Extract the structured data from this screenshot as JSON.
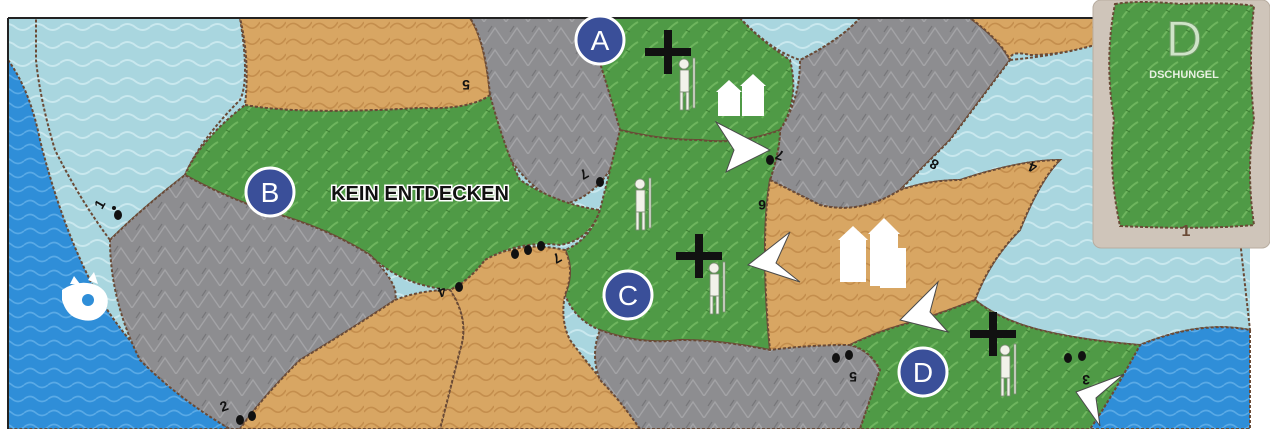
{
  "board": {
    "colors": {
      "ocean": "#2f8ed8",
      "shallow": "#a9d6df",
      "desert": "#d8a663",
      "mountain": "#8d8d90",
      "jungle": "#4f9a46",
      "jungle_light": "#6eb55e",
      "border": "#6a4a36",
      "marker_fill": "#3a4f99",
      "marker_stroke": "#ffffff",
      "card_bg": "#cfc5ba"
    },
    "markers": [
      {
        "id": "A",
        "letter": "A"
      },
      {
        "id": "B",
        "letter": "B"
      },
      {
        "id": "C",
        "letter": "C"
      },
      {
        "id": "D",
        "letter": "D"
      }
    ],
    "labels": {
      "no_explore": "KEIN ENTDECKEN"
    },
    "cost_numbers": {
      "n5_desert_top": "5",
      "n7_mountain_a": "7",
      "n7_mountain_right": "7",
      "n8_water": "8",
      "n4_desert_right": "4",
      "n6_jungle_c": "6",
      "n1_water_left": "1",
      "n4_jungle_b": "4",
      "n7_desert_mid": "7",
      "n5_mountain_bottom": "5",
      "n2_bottom_left": "2",
      "n3_jungle_d": "3"
    }
  },
  "card": {
    "letter": "D",
    "title": "DSCHUNGEL",
    "number": "1"
  },
  "icons": [
    "cross-icon",
    "explorer-figure-icon",
    "village-icon",
    "compass-arrow-icon",
    "footprint-icon",
    "sea-serpent-icon"
  ]
}
